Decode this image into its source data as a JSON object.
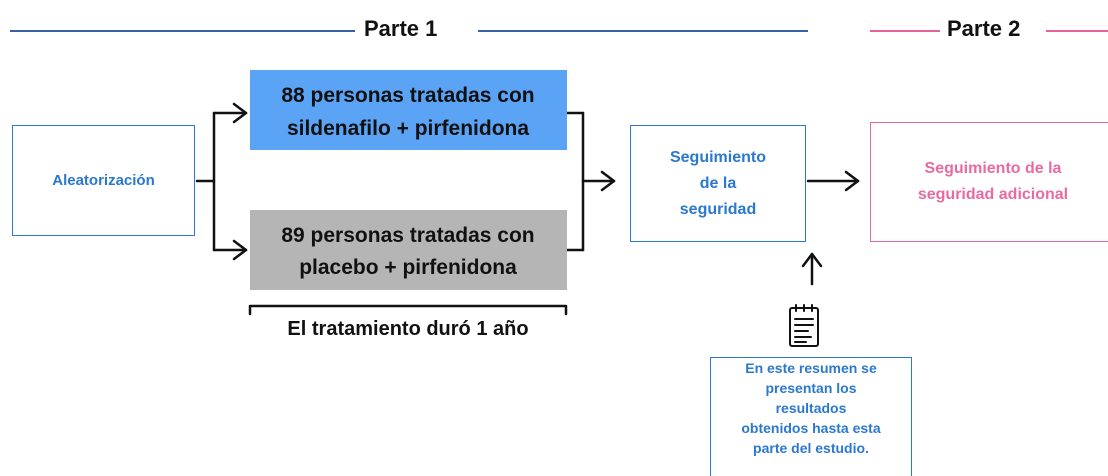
{
  "colors": {
    "part1_line": "#3a5fa8",
    "part2_line": "#e8609a",
    "blue_box": "#5aa3f5",
    "gray_box": "#b5b5b5",
    "blue_text": "#2b78cf",
    "pink_text": "#e96aa0"
  },
  "phases": {
    "part1_label": "Parte 1",
    "part2_label": "Parte 2"
  },
  "nodes": {
    "randomization": "Aleatorización",
    "arm1_text": "88 personas tratadas con sildenafilo + pirfenidona",
    "arm2_text": "89 personas tratadas con placebo + pirfenidona",
    "safety_followup": "Seguimiento de la seguridad",
    "additional_safety": "Seguimiento de la seguridad adicional",
    "duration_label": "El tratamiento duró 1 año",
    "summary_note": "En este resumen se presentan los resultados obtenidos hasta esta parte del estudio."
  },
  "icons": {
    "document": "document-list-icon"
  }
}
